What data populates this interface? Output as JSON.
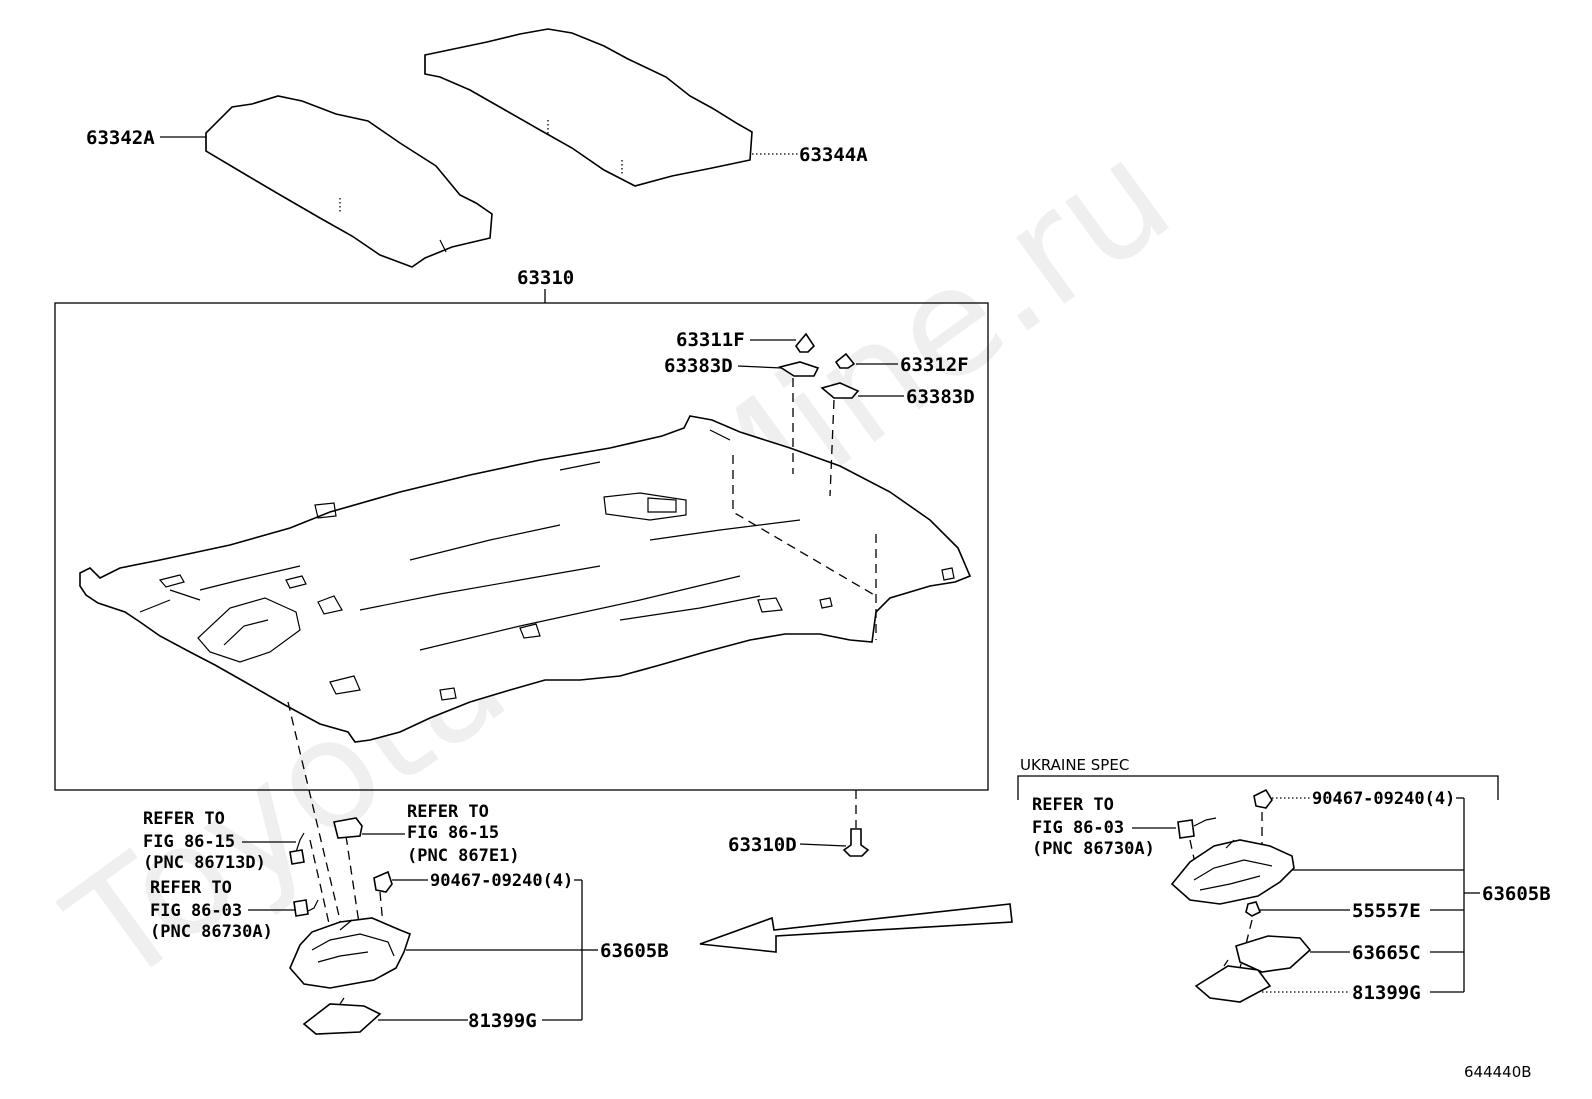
{
  "watermark": "ToyotaCarMine.ru",
  "figure_code": "644440B",
  "parts": {
    "sound_pad_front": "63342A",
    "sound_pad_rear": "63344A",
    "headliner": "63310",
    "clip_63311f": "63311F",
    "bracket_63383d_left": "63383D",
    "clip_63312f": "63312F",
    "bracket_63383d_right": "63383D",
    "clip_63310d": "63310D",
    "screw_left": "90467-09240(4)",
    "map_lamp_left": "63605B",
    "cover_left": "81399G",
    "screw_right": "90467-09240(4)",
    "map_lamp_right": "63605B",
    "bulb_right": "55557E",
    "lens_right": "63665C",
    "cover_right": "81399G"
  },
  "refs": {
    "ref1": {
      "line1": "REFER TO",
      "line2": "FIG 86-15",
      "line3": "(PNC 86713D)"
    },
    "ref2": {
      "line1": "REFER TO",
      "line2": "FIG 86-15",
      "line3": "(PNC 867E1)"
    },
    "ref3": {
      "line1": "REFER TO",
      "line2": "FIG 86-03",
      "line3": "(PNC 86730A)"
    },
    "ref4": {
      "line1": "REFER TO",
      "line2": "FIG 86-03",
      "line3": "(PNC 86730A)"
    }
  },
  "spec_label": "UKRAINE SPEC"
}
